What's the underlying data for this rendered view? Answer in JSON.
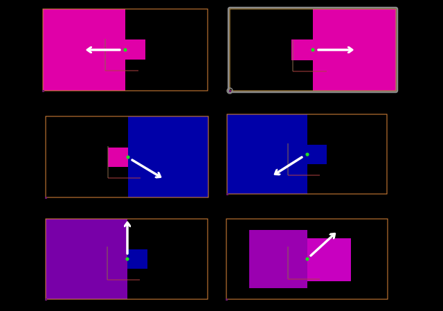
{
  "colors": {
    "background": "#000000",
    "frame": "#e0873a",
    "frame_selected": "#8a8a8a",
    "frame_selected_inner": "#c99a45",
    "axis_vertical": "#8a6a4a",
    "axis_horizontal": "#b04040",
    "corner_dot": "#6a1a6a",
    "pivot": "#22dd22",
    "arrow": "#ffffff",
    "magenta": "#e000a8",
    "blue": "#0000a8",
    "purple": "#7800a8",
    "purple_light": "#9a00b0",
    "pink": "#c800c0"
  },
  "panels": [
    {
      "name": "panel-top-left",
      "selected": false,
      "arrow": "left",
      "big_fill": "magenta",
      "small_fill": "magenta"
    },
    {
      "name": "panel-top-right",
      "selected": true,
      "arrow": "right",
      "big_fill": "magenta",
      "small_fill": "magenta"
    },
    {
      "name": "panel-middle-left",
      "selected": false,
      "arrow": "down-right",
      "big_fill": "blue",
      "small_fill": "magenta"
    },
    {
      "name": "panel-middle-right",
      "selected": false,
      "arrow": "down-left",
      "big_fill": "blue",
      "small_fill": "blue"
    },
    {
      "name": "panel-bottom-left",
      "selected": false,
      "arrow": "up",
      "big_fill": "purple",
      "small_fill": "blue"
    },
    {
      "name": "panel-bottom-right",
      "selected": false,
      "arrow": "up-right",
      "big_fill": "purple_light",
      "small_fill": "pink"
    }
  ]
}
